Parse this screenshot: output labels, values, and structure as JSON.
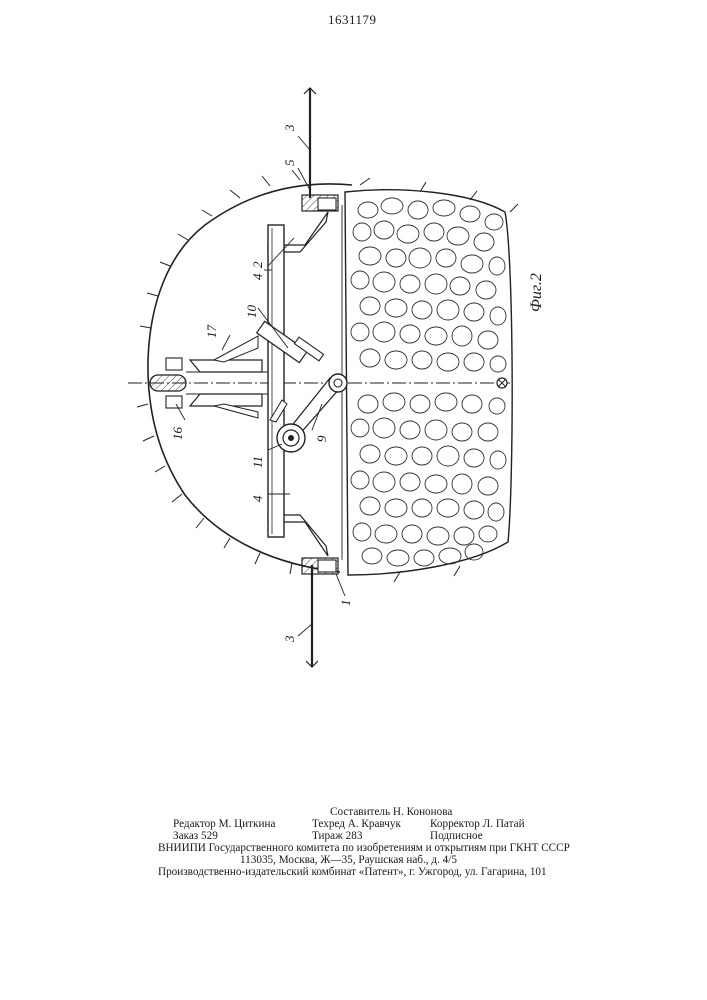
{
  "header": {
    "patent_number": "1631179"
  },
  "figure": {
    "caption": "Фиг.2",
    "labels": {
      "l1": "1",
      "l2": "2",
      "l3a": "3",
      "l3b": "3",
      "l4a": "4",
      "l4b": "4",
      "l5": "5",
      "l9": "9",
      "l10": "10",
      "l11": "11",
      "l16": "16",
      "l17": "17"
    }
  },
  "colophon": {
    "compiler": "Составитель Н. Кононова",
    "editor": "Редактор М. Циткина",
    "techred": "Техред А. Кравчук",
    "corrector": "Корректор Л. Патай",
    "order": "Заказ 529",
    "circulation": "Тираж 283",
    "subscription": "Подписное",
    "institute": "ВНИИПИ Государственного комитета по изобретениям и открытиям при ГКНТ СССР",
    "address": "113035, Москва, Ж—35, Раушская наб., д. 4/5",
    "printer": "Производственно-издательский комбинат «Патент», г. Ужгород, ул. Гагарина, 101"
  }
}
